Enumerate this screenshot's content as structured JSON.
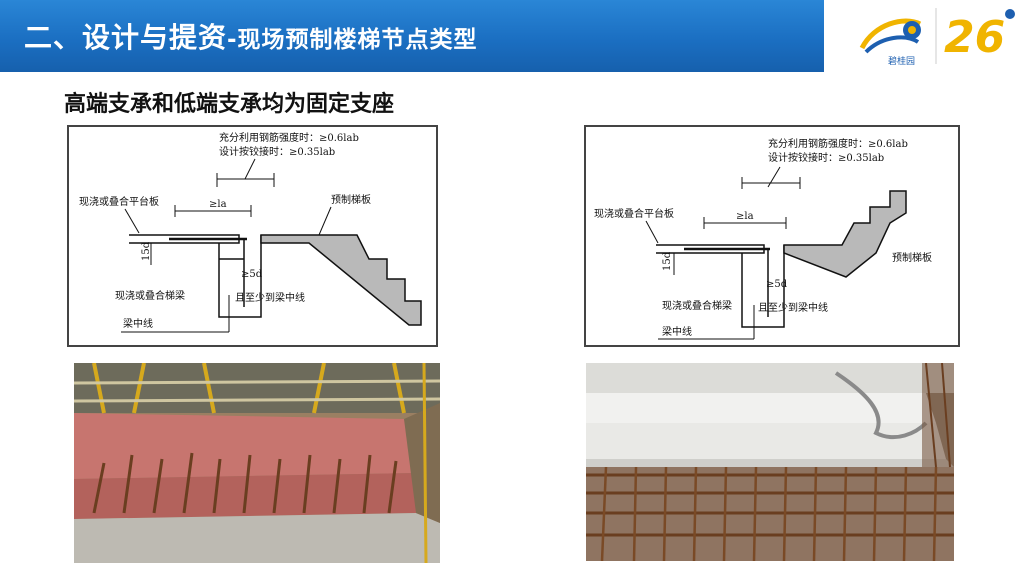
{
  "header": {
    "title_main": "二、设计与提资",
    "title_sub": "-现场预制楼梯节点类型",
    "logo_company": "碧桂园",
    "logo_anniversary": "26"
  },
  "subtitle": "高端支承和低端支承均为固定支座",
  "diagrams": {
    "left": {
      "note1": "充分利用钢筋强度时：≥0.6lab",
      "note2": "设计按铰接时：≥0.35lab",
      "dim_la": "≥la",
      "dim_5d": "≥5d",
      "dim_15d": "15d",
      "label_platform": "现浇或叠合平台板",
      "label_precast": "预制梯板",
      "label_beam": "现浇或叠合梯梁",
      "label_centerline": "梁中线",
      "label_midline": "且至少到梁中线"
    },
    "right": {
      "note1": "充分利用钢筋强度时：≥0.6lab",
      "note2": "设计按铰接时：≥0.35lab",
      "dim_la": "≥la",
      "dim_5d": "≥5d",
      "dim_15d": "15d",
      "label_platform": "现浇或叠合平台板",
      "label_precast": "预制梯板",
      "label_beam": "现浇或叠合梯梁",
      "label_centerline": "梁中线",
      "label_midline": "且至少到梁中线"
    }
  },
  "colors": {
    "header_blue": "#1b6fc2",
    "logo_gold": "#f0b400",
    "logo_blue": "#1d5fb0"
  }
}
